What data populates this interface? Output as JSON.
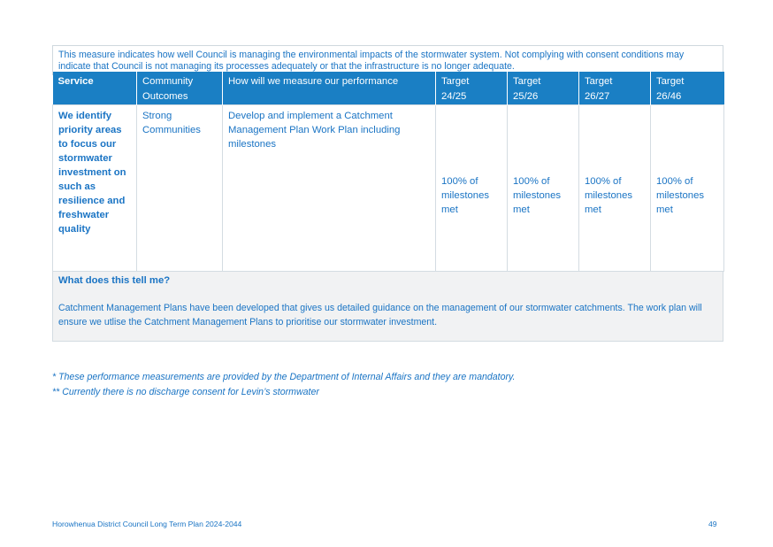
{
  "intro": "This measure indicates how well Council is managing the environmental impacts of the stormwater system. Not complying with consent conditions may indicate that Council is not managing its processes adequately or that the infrastructure is no longer adequate.",
  "table": {
    "headers": {
      "service": "Service",
      "outcomes_line1": "Community",
      "outcomes_line2": "Outcomes",
      "measure": "How will we measure our performance",
      "t1_line1": "Target",
      "t1_line2": "24/25",
      "t2_line1": "Target",
      "t2_line2": "25/26",
      "t3_line1": "Target",
      "t3_line2": "26/27",
      "t4_line1": "Target",
      "t4_line2": "26/46"
    },
    "row": {
      "service": "We identify priority areas to focus our stormwater investment on such as resilience and freshwater quality",
      "outcome": "Strong Communities",
      "measure": "Develop and implement a Catchment Management Plan Work Plan including milestones",
      "targets": [
        "100% of milestones met",
        "100% of milestones met",
        "100% of milestones met",
        "100% of milestones met"
      ]
    }
  },
  "summary": {
    "heading": "What does this tell me?",
    "text": "Catchment Management Plans have been developed that gives us detailed guidance on the management of our stormwater catchments. The work plan will ensure we utlise the Catchment Management Plans to prioritise our stormwater investment."
  },
  "notes": [
    "* These performance measurements are provided by the Department of Internal Affairs and they are mandatory.",
    "** Currently there is no discharge consent for Levin’s stormwater"
  ],
  "footer": {
    "title": "Horowhenua District Council Long Term Plan 2024-2044",
    "page": "49"
  }
}
